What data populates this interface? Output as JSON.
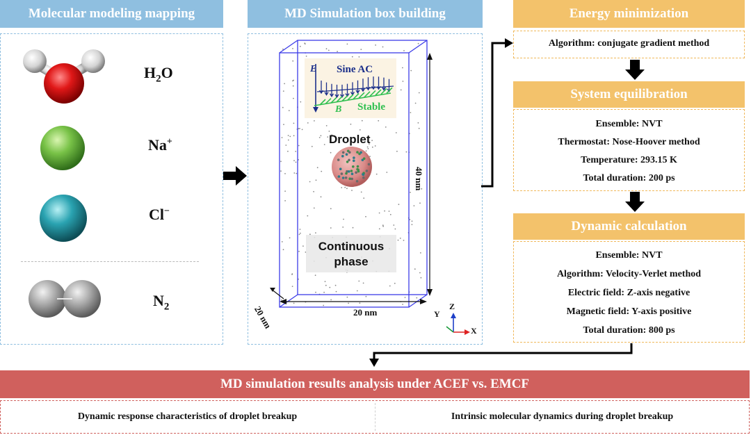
{
  "mapping": {
    "title": "Molecular modeling mapping",
    "species": [
      {
        "base": "H",
        "sub": "2",
        "rest": "O",
        "sup": ""
      },
      {
        "base": "Na",
        "sub": "",
        "rest": "",
        "sup": "+"
      },
      {
        "base": "Cl",
        "sub": "",
        "rest": "",
        "sup": "−"
      },
      {
        "base": "N",
        "sub": "2",
        "rest": "",
        "sup": ""
      }
    ]
  },
  "simulation_box": {
    "title": "MD Simulation box building",
    "label_e": "E",
    "label_sine": "Sine AC",
    "label_b": "B",
    "label_stable": "Stable",
    "label_droplet": "Droplet",
    "label_continuous_1": "Continuous",
    "label_continuous_2": "phase",
    "dim_height": "40 nm",
    "dim_width": "20 nm",
    "dim_depth": "20 nm",
    "axis_z": "Z",
    "axis_y": "Y",
    "axis_x": "X"
  },
  "energy_minimization": {
    "title": "Energy minimization",
    "lines": [
      "Algorithm: conjugate gradient method"
    ]
  },
  "system_equilibration": {
    "title": "System equilibration",
    "lines": [
      "Ensemble: NVT",
      "Thermostat: Nose-Hoover method",
      "Temperature: 293.15 K",
      "Total duration: 200 ps"
    ]
  },
  "dynamic_calculation": {
    "title": "Dynamic calculation",
    "lines": [
      "Ensemble: NVT",
      "Algorithm: Velocity-Verlet method",
      "Electric field: Z-axis negative",
      "Magnetic field: Y-axis positive",
      "Total duration: 800 ps"
    ]
  },
  "results": {
    "title": "MD simulation results analysis under ACEF vs. EMCF",
    "left": "Dynamic response characteristics of droplet breakup",
    "right": "Intrinsic molecular dynamics during droplet breakup"
  },
  "colors": {
    "blue_header": "#8fbfe0",
    "orange_header": "#f3c26b",
    "red_header": "#d0605d",
    "box_edge": "#3b3be8",
    "field_e": "#1b2f8a",
    "field_b": "#2fbf4f",
    "droplet": "#d98a88"
  }
}
